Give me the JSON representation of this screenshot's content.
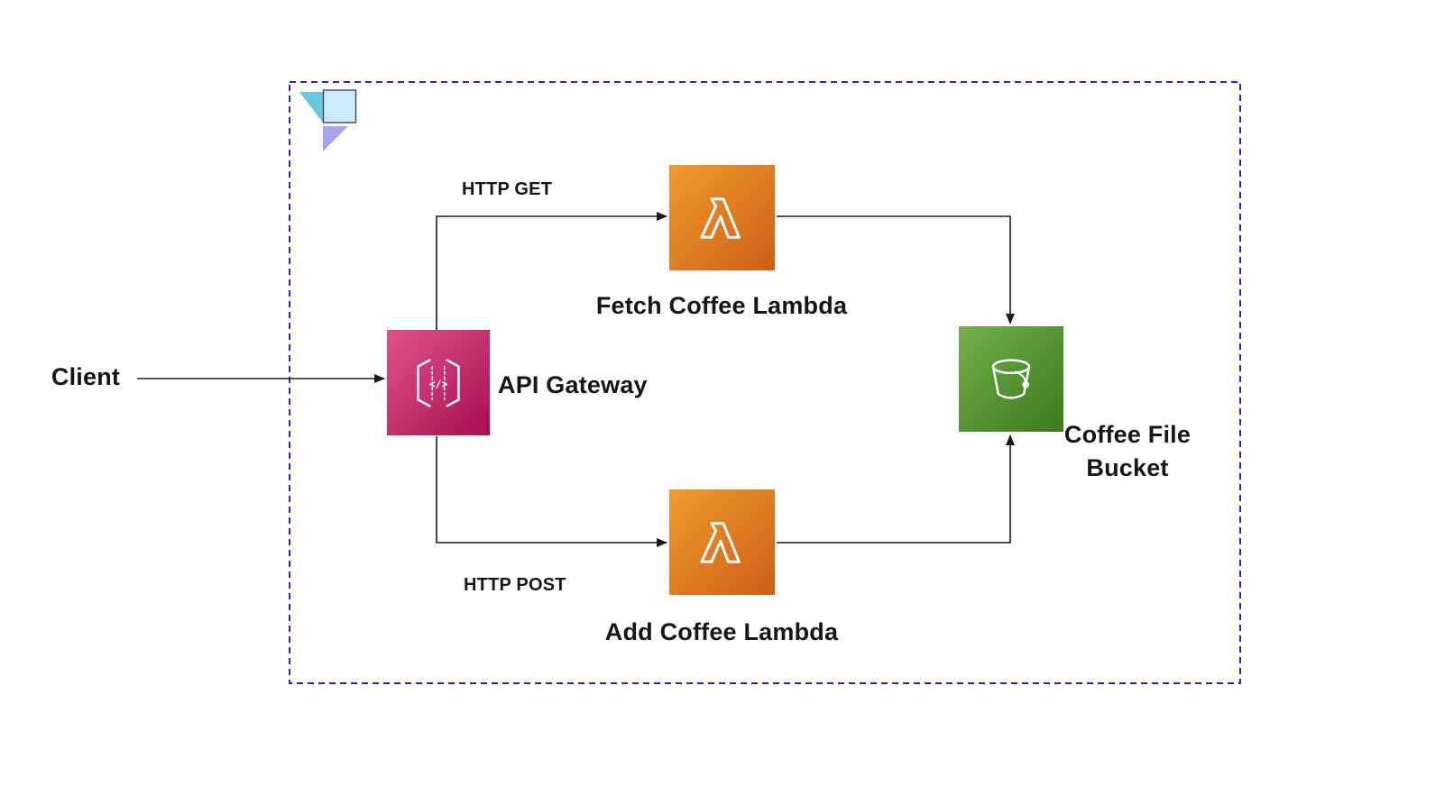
{
  "diagram": {
    "client": {
      "label": "Client"
    },
    "api_gateway": {
      "label": "API Gateway",
      "icon_glyph": "</>"
    },
    "fetch_lambda": {
      "label": "Fetch Coffee Lambda"
    },
    "add_lambda": {
      "label": "Add Coffee Lambda"
    },
    "bucket": {
      "label": "Coffee File Bucket"
    },
    "edges": {
      "http_get": "HTTP GET",
      "http_post": "HTTP POST"
    },
    "colors": {
      "apigw_light": "#e0548c",
      "apigw_dark": "#a90d50",
      "lambda_light": "#f09a2d",
      "lambda_dark": "#cd5f17",
      "bucket_light": "#72b049",
      "bucket_dark": "#3b7a1e",
      "boundary_blue": "#2527c9",
      "edge_color": "#1a1a1a",
      "text_color": "#161616",
      "logo_teal": "#66c7de",
      "logo_sky": "#c9ebfa",
      "logo_lavender": "#a7a3f0",
      "canvas_bg": "#ffffff"
    }
  }
}
